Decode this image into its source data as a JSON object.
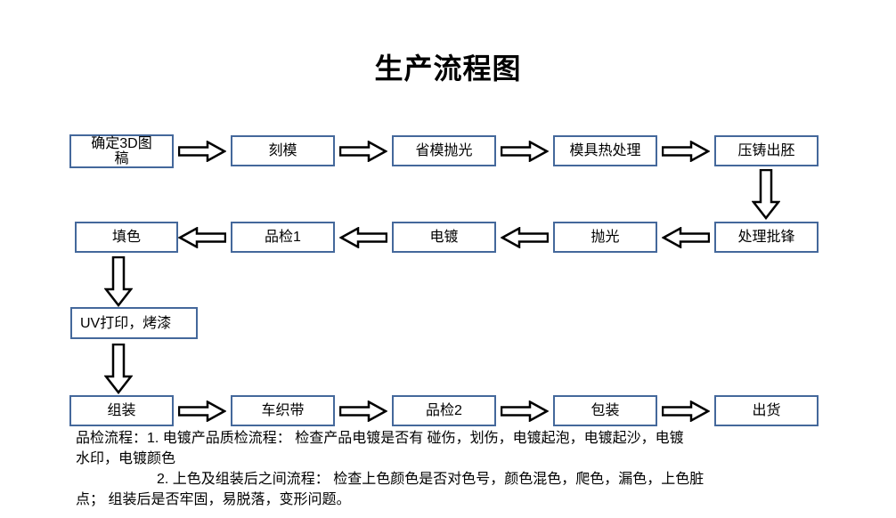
{
  "title": "生产流程图",
  "colors": {
    "box_border": "#44689b",
    "arrow_fill": "#ffffff",
    "arrow_outline": "#000000",
    "text": "#000000",
    "background": "#ffffff"
  },
  "flow": {
    "row1": [
      "确定3D图\n稿",
      "刻模",
      "省模抛光",
      "模具热处理",
      "压铸出胚"
    ],
    "row2": [
      "处理批锋",
      "抛光",
      "电镀",
      "品检1",
      "填色"
    ],
    "uv": "UV打印，烤漆",
    "row3": [
      "组装",
      "车织带",
      "品检2",
      "包装",
      "出货"
    ]
  },
  "notes": {
    "line1": "品检流程：1. 电镀产品质检流程：  检查产品电镀是否有 碰伤，划伤，电镀起泡，电镀起沙，电镀",
    "line2": "水印，电镀颜色",
    "line3": "2. 上色及组装后之间流程：  检查上色颜色是否对色号，颜色混色，爬色，漏色，上色脏",
    "line4": "点； 组装后是否牢固，易脱落，变形问题。"
  }
}
